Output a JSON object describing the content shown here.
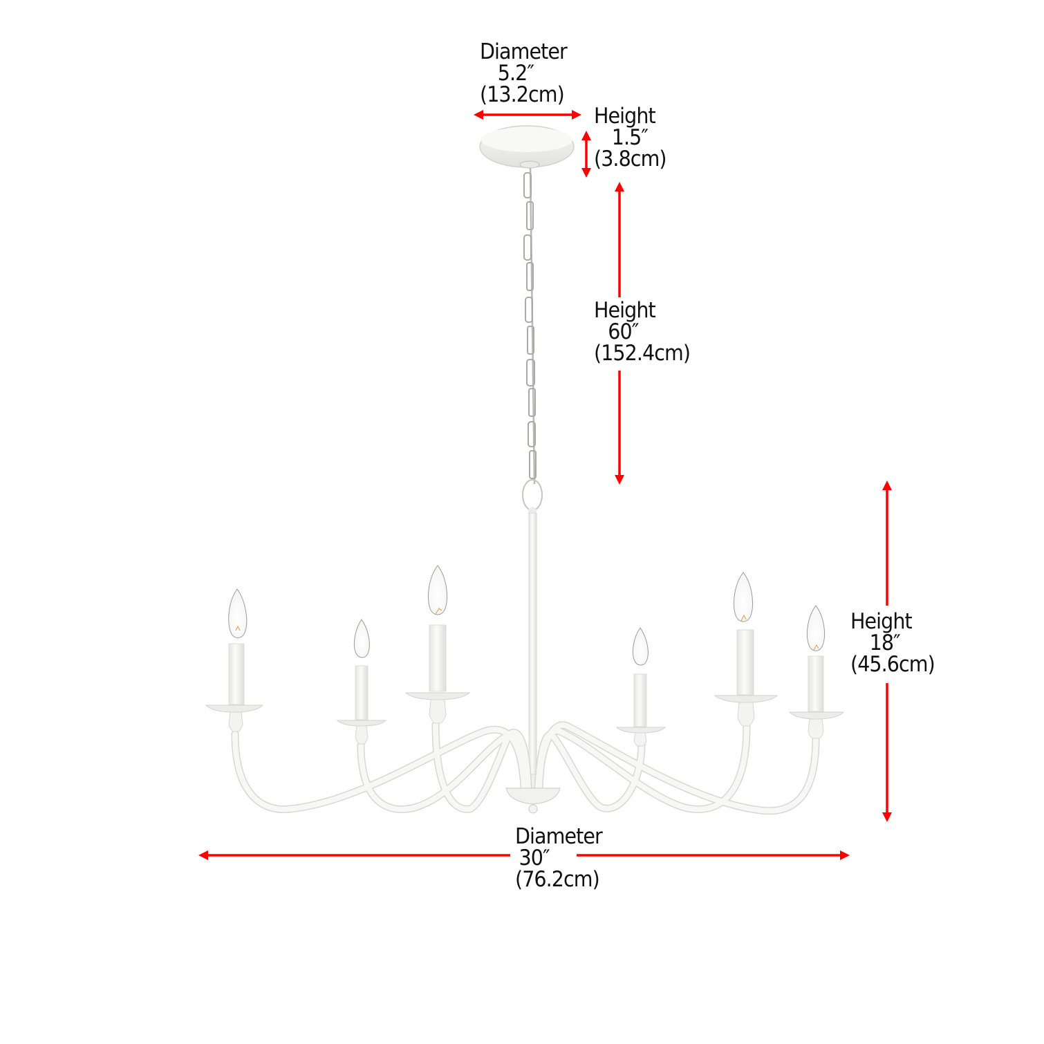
{
  "colors": {
    "arrow": "#ff0000",
    "fixture": "#f3f3f1",
    "fixture_shadow": "#d9d9d6",
    "text": "#111111",
    "background": "#ffffff"
  },
  "product": {
    "type": "6-light candle chandelier",
    "finish": "white",
    "lights": 6
  },
  "dimensions": {
    "canopy_diameter": {
      "title": "Diameter",
      "inches": "5.2″",
      "cm": "(13.2cm)"
    },
    "canopy_height": {
      "title": "Height",
      "inches": "1.5″",
      "cm": "(3.8cm)"
    },
    "chain_height": {
      "title": "Height",
      "inches": "60″",
      "cm": "(152.4cm)"
    },
    "body_height": {
      "title": "Height",
      "inches": "18″",
      "cm": "(45.6cm)"
    },
    "body_diameter": {
      "title": "Diameter",
      "inches": "30″",
      "cm": "(76.2cm)"
    }
  }
}
